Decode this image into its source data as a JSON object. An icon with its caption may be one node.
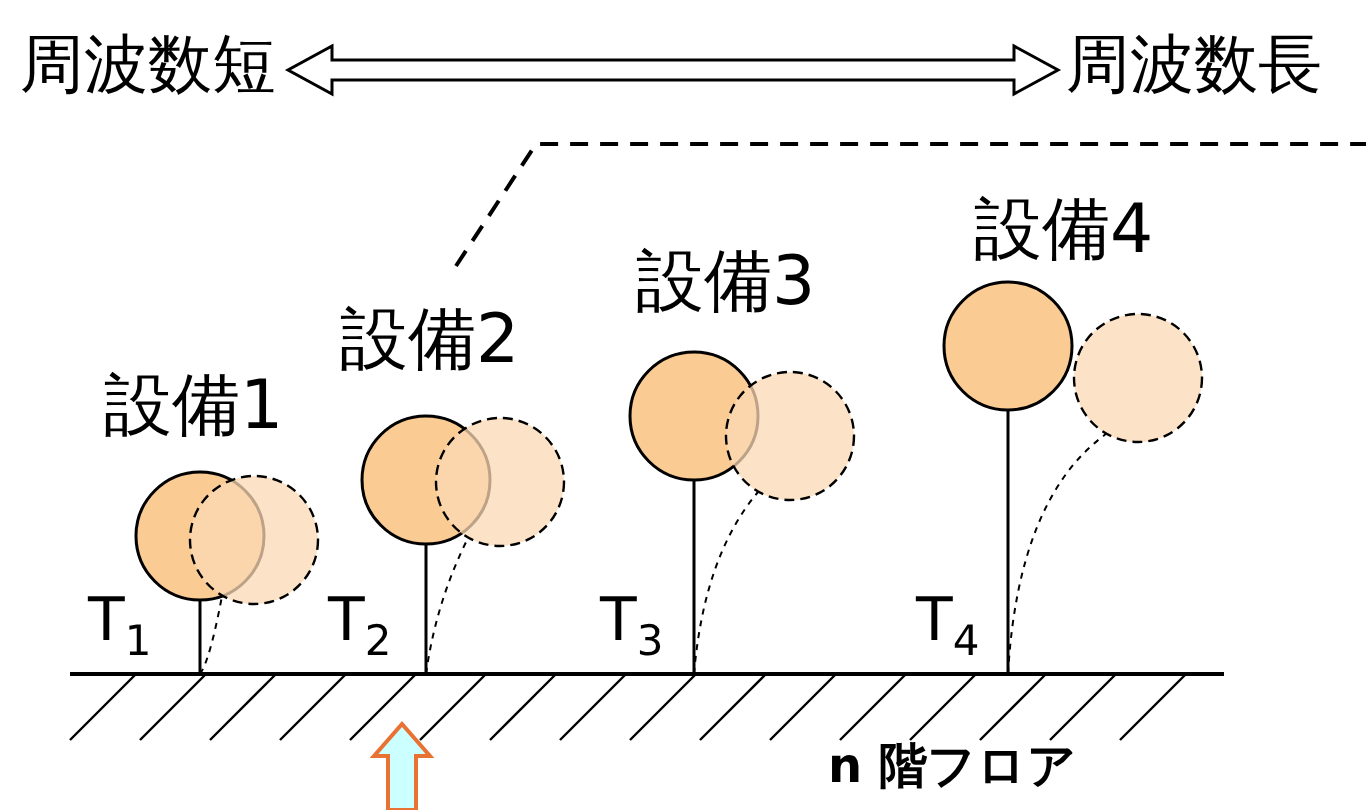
{
  "diagram": {
    "nodes": [
      {
        "text": [
          "周波数短"
        ]
      },
      {
        "text": [
          "周波数長"
        ]
      }
    ],
    "edges": [
      {
        "from": 0,
        "to": 1,
        "arrow": "both"
      }
    ],
    "labels": [
      "設備4",
      "設備3",
      "設備2",
      "設備1",
      "T$_{1}$",
      "T$_{2}$",
      "T$_{3}$",
      "T$_{4}$",
      "n 階フロア"
    ]
  }
}
